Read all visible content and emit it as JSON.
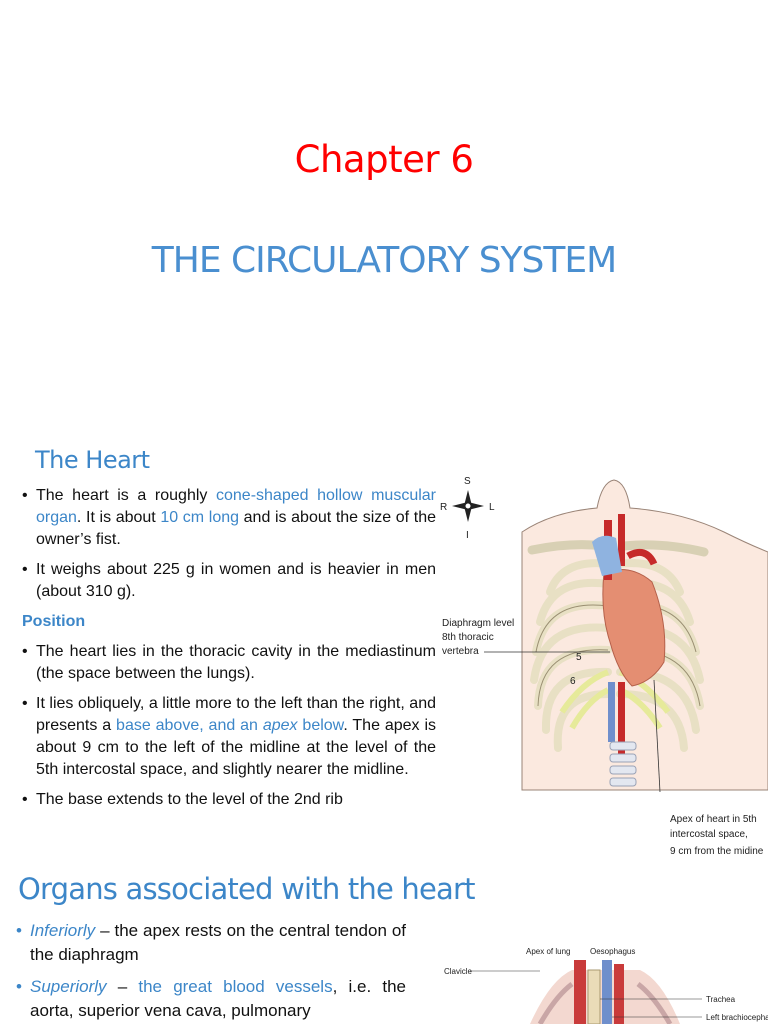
{
  "chapter": "Chapter 6",
  "title": "THE CIRCULATORY SYSTEM",
  "section_heart": "The Heart",
  "heart_bullets": {
    "b1_a": "The heart is a roughly ",
    "b1_b": "cone-shaped hollow muscular organ",
    "b1_c": ". It is about ",
    "b1_d": "10 cm long",
    "b1_e": " and is about the size of the owner’s fist.",
    "b2": " It weighs about 225 g in women and is heavier in men (about 310 g)."
  },
  "position_label": "Position",
  "position_bullets": {
    "p1": "The heart lies in the thoracic cavity in the mediastinum (the space between the lungs).",
    "p2_a": "It lies obliquely, a little more to the left than the right, and presents a ",
    "p2_b": "base above, and an ",
    "p2_c": "apex",
    "p2_d": " below",
    "p2_e": ". The apex is about 9 cm to the left of the midline at the level of the 5th intercostal space,  and slightly nearer the midline.",
    "p3": "The base extends to the level of the 2nd rib"
  },
  "section_organs": "Organs associated with the heart",
  "organ_bullets": {
    "o1_a": "Inferiorly",
    "o1_b": " – the apex rests on the central tendon of the diaphragm",
    "o2_a": "Superiorly",
    "o2_b": " – ",
    "o2_c": "the great blood vessels",
    "o2_d": ", i.e. the aorta, superior vena cava, pulmonary"
  },
  "figure1": {
    "compass_s": "S",
    "compass_r": "R",
    "compass_l": "L",
    "compass_i": "I",
    "diaphragm_1": "Diaphragm level",
    "diaphragm_2": "8th thoracic",
    "diaphragm_3": "vertebra",
    "rib5": "5",
    "rib6": "6",
    "apex_1": "Apex of heart in 5th",
    "apex_2": "intercostal space,",
    "apex_3": "9 cm from the midine"
  },
  "figure2": {
    "apex_lung": "Apex of lung",
    "oesophagus": "Oesophagus",
    "clavicle": "Clavicle",
    "trachea": "Trachea",
    "brachio": "Left brachiocephalic vein"
  },
  "colors": {
    "red": "#ff0000",
    "blue": "#3c86c8"
  }
}
